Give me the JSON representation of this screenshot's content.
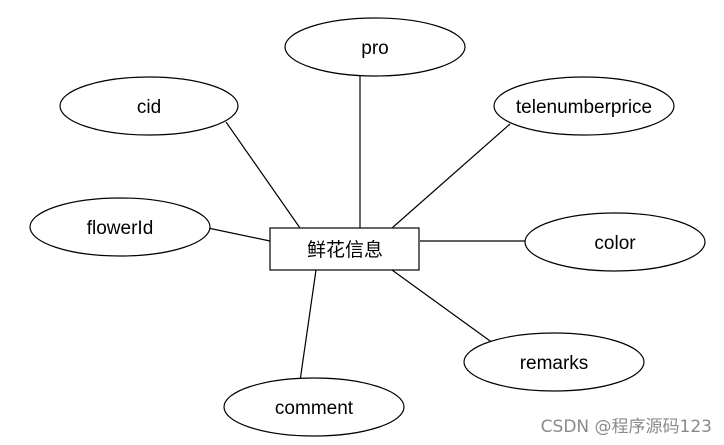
{
  "entity": {
    "label": "鲜花信息"
  },
  "attributes": [
    {
      "id": "pro",
      "label": "pro"
    },
    {
      "id": "cid",
      "label": "cid"
    },
    {
      "id": "telenumberprice",
      "label": "telenumberprice"
    },
    {
      "id": "flowerid",
      "label": "flowerId"
    },
    {
      "id": "color",
      "label": "color"
    },
    {
      "id": "remarks",
      "label": "remarks"
    },
    {
      "id": "comment",
      "label": "comment"
    }
  ],
  "watermark": "CSDN @程序源码123"
}
